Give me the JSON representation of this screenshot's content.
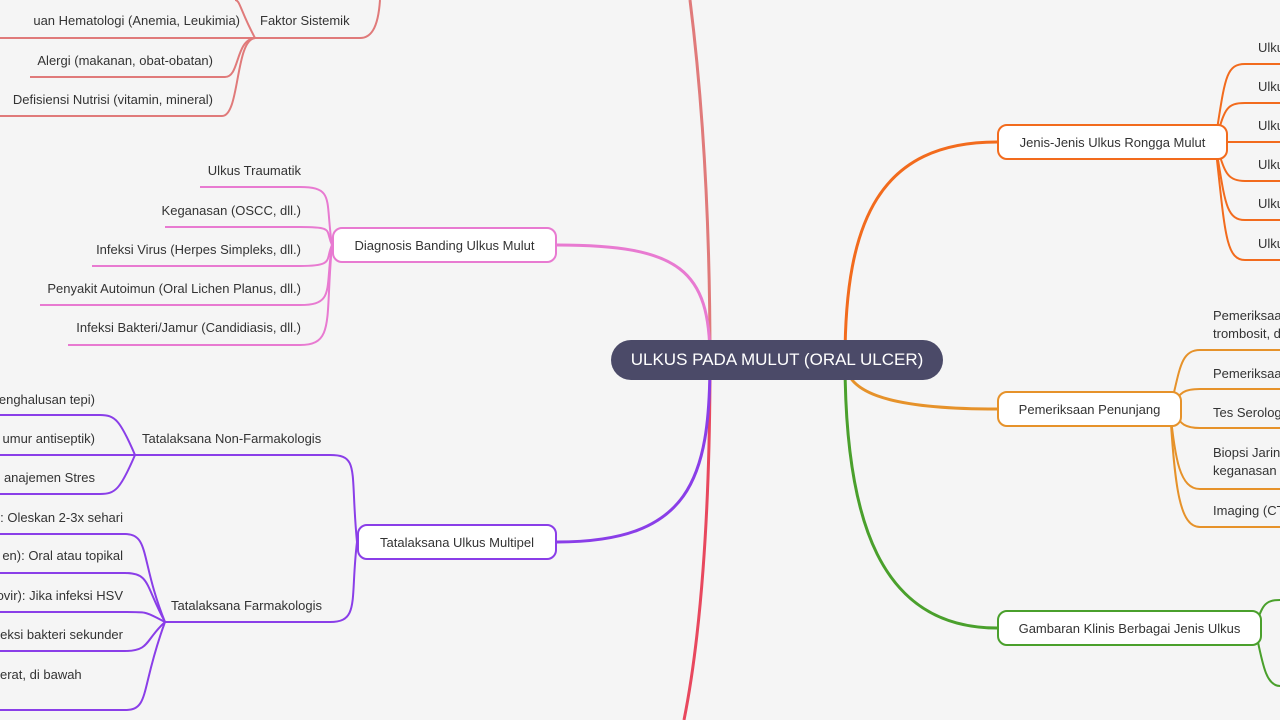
{
  "center": "ULKUS PADA MULUT (ORAL ULCER)",
  "colors": {
    "red": "#e0707a",
    "orange": "#f26b1d",
    "amber": "#e6922a",
    "green": "#4aa02c",
    "pink": "#e87ad1",
    "purple": "#8a3ee8"
  },
  "faktor": {
    "label": "Faktor Sistemik",
    "items": [
      "uan Hematologi (Anemia, Leukimia)",
      "Alergi (makanan, obat-obatan)",
      "Defisiensi Nutrisi (vitamin, mineral)"
    ]
  },
  "diagnosis": {
    "label": "Diagnosis Banding Ulkus Mulut",
    "items": [
      "Ulkus Traumatik",
      "Keganasan (OSCC, dll.)",
      "Infeksi Virus (Herpes Simpleks, dll.)",
      "Penyakit Autoimun (Oral Lichen Planus, dll.)",
      "Infeksi Bakteri/Jamur (Candidiasis, dll.)"
    ]
  },
  "tatalaksana": {
    "label": "Tatalaksana Ulkus Multipel",
    "non": {
      "label": "Tatalaksana Non-Farmakologis",
      "items": [
        "enghalusan tepi)",
        "umur antiseptik)",
        "anajemen Stres"
      ]
    },
    "farm": {
      "label": "Tatalaksana Farmakologis",
      "items": [
        ": Oleskan 2-3x sehari",
        "en): Oral atau topikal",
        "ovir): Jika infeksi HSV",
        "eksi bakteri sekunder",
        "erat, di bawah"
      ]
    }
  },
  "jenis": {
    "label": "Jenis-Jenis Ulkus Rongga Mulut",
    "items": [
      "Ulku",
      "Ulku",
      "Ulku",
      "Ulku",
      "Ulku",
      "Ulku"
    ]
  },
  "penunjang": {
    "label": "Pemeriksaan Penunjang",
    "items": [
      [
        "Pemeriksaa",
        "trombosit, d"
      ],
      [
        "Pemeriksaa"
      ],
      [
        "Tes Serolog"
      ],
      [
        "Biopsi Jarin",
        "keganasan"
      ],
      [
        "Imaging (CT"
      ]
    ]
  },
  "gambaran": {
    "label": "Gambaran Klinis Berbagai Jenis Ulkus"
  }
}
